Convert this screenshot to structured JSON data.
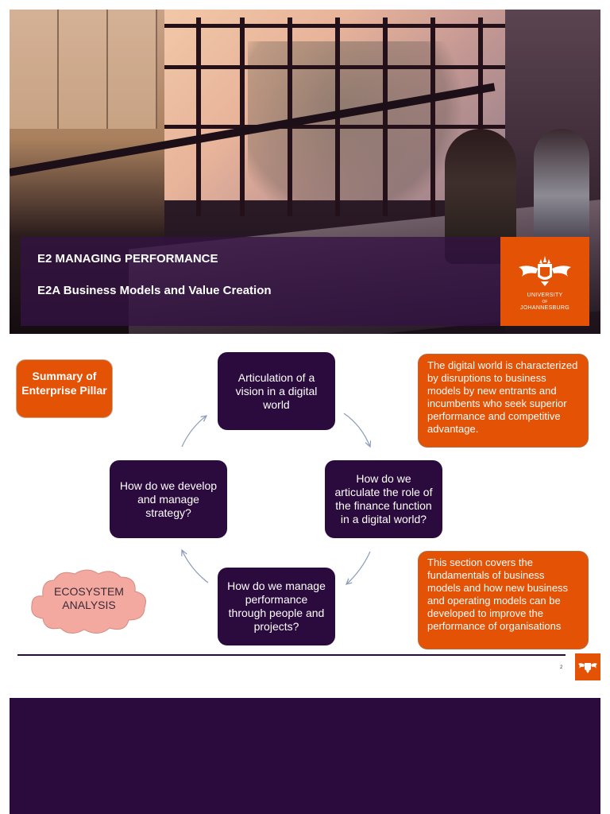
{
  "hero": {
    "title": "E2 MANAGING PERFORMANCE",
    "subtitle": "E2A Business Models and Value Creation",
    "logo": {
      "line1": "UNIVERSITY",
      "line2": "OF",
      "line3": "JOHANNESBURG",
      "color": "#e35205"
    }
  },
  "pillar": {
    "label": "Summary of Enterprise Pillar"
  },
  "cycle": {
    "top": "Articulation of a vision in a digital world",
    "right": "How do we articulate the role of the finance function in a digital world?",
    "bottom": "How do we manage performance through people and projects?",
    "left": "How do we develop and manage strategy?"
  },
  "notes": {
    "first": "The digital world is characterized by disruptions to business models by new entrants and incumbents who seek superior performance and competitive advantage.",
    "second": "This section covers the fundamentals of business models and how new business and operating models can be developed to improve the performance of organisations"
  },
  "cloud": {
    "label": "ECOSYSTEM ANALYSIS"
  },
  "footer": {
    "page_number": "2"
  },
  "colors": {
    "purple": "#2b0a3d",
    "orange": "#e35205",
    "cloud": "#f4a9a0"
  }
}
